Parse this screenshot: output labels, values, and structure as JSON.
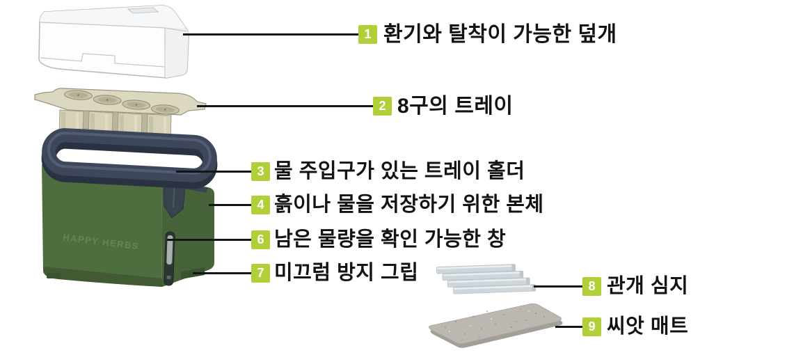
{
  "diagram": {
    "embossed_brand": "HAPPY HERBS",
    "colors": {
      "accent": "#b0cf38",
      "leader_line": "#151515",
      "label_text": "#131313",
      "body_green": "#4f6e3f",
      "holder_navy": "#3e4759",
      "tray_beige": "#dcd8bf",
      "wick_gray": "#ced6db",
      "mat_gray": "#bcb8b1",
      "background": "#ffffff"
    },
    "parts": [
      {
        "num": "1",
        "label": "환기와 탈착이 가능한 덮개"
      },
      {
        "num": "2",
        "label": "8구의 트레이"
      },
      {
        "num": "3",
        "label": "물 주입구가 있는 트레이 홀더"
      },
      {
        "num": "4",
        "label": "흙이나 물을 저장하기 위한 본체"
      },
      {
        "num": "6",
        "label": "남은 물량을 확인 가능한 창"
      },
      {
        "num": "7",
        "label": "미끄럼 방지 그립"
      },
      {
        "num": "8",
        "label": "관개 심지"
      },
      {
        "num": "9",
        "label": "씨앗 매트"
      }
    ]
  }
}
